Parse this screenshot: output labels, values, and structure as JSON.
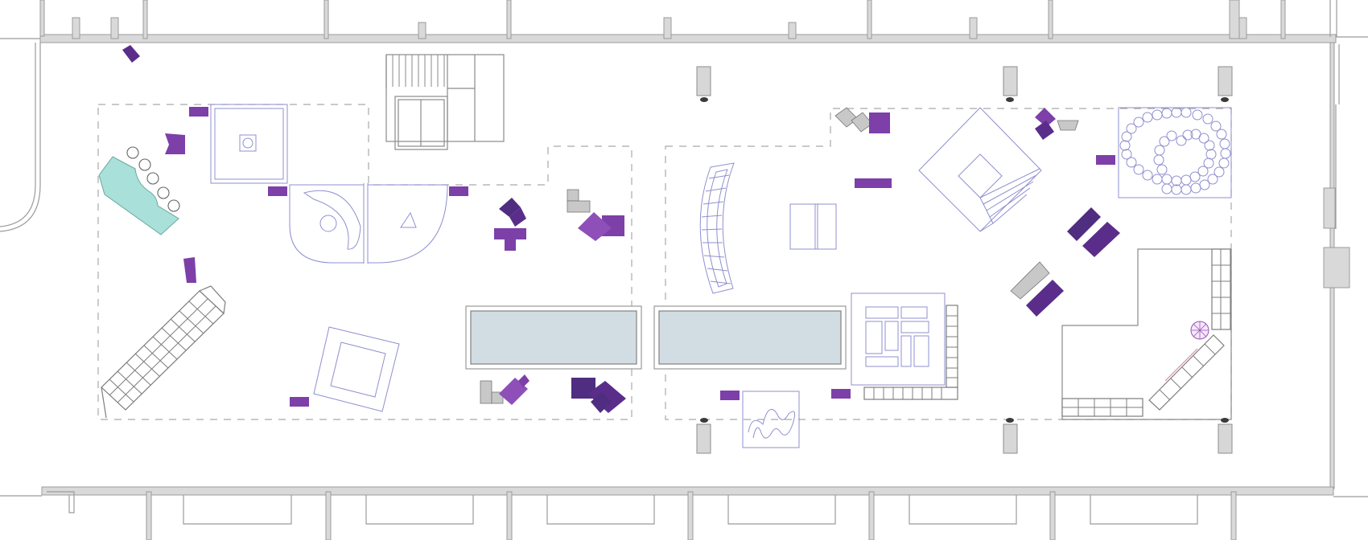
{
  "plan": {
    "colors": {
      "purple": "#7d3fa8",
      "purple_dark": "#4f2d80",
      "purple_light": "#8f4fb8",
      "grey_block": "#c8c8c8",
      "teal": "#a9e0d9",
      "pool": "#d2dde3",
      "wall": "#d9d9d9",
      "line_blue": "#8f8fd0"
    },
    "elements": [
      "exterior-wall-top",
      "exterior-wall-bottom",
      "east-wall",
      "stair",
      "dashed-zone-west",
      "dashed-zone-east",
      "reflecting-pool-west",
      "reflecting-pool-east",
      "spiral-bench",
      "diamond-platform",
      "curved-bench",
      "teal-counter",
      "purple-block-cluster",
      "speaker-post"
    ]
  }
}
